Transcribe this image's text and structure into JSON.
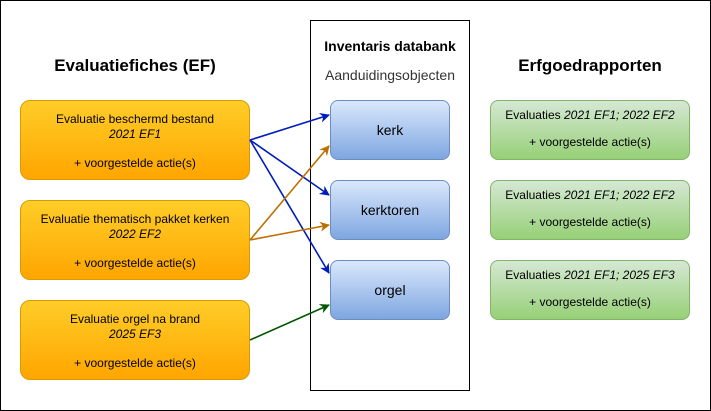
{
  "titles": {
    "left": "Evaluatiefiches (EF)",
    "right": "Erfgoedrapporten",
    "center": "Inventaris databank",
    "center_sub": "Aanduidingsobjecten"
  },
  "evaluations": [
    {
      "title": "Evaluatie beschermd bestand",
      "code": "2021 EF1",
      "action": "+ voorgestelde actie(s)"
    },
    {
      "title": "Evaluatie thematisch pakket kerken",
      "code": "2022 EF2",
      "action": "+ voorgestelde actie(s)"
    },
    {
      "title": "Evaluatie orgel na brand",
      "code": "2025 EF3",
      "action": "+ voorgestelde actie(s)"
    }
  ],
  "objects": [
    {
      "label": "kerk"
    },
    {
      "label": "kerktoren"
    },
    {
      "label": "orgel"
    }
  ],
  "reports": [
    {
      "prefix": "Evaluaties ",
      "codes": "2021 EF1; 2022 EF2",
      "action": "+ voorgestelde actie(s)"
    },
    {
      "prefix": "Evaluaties ",
      "codes": "2021 EF1; 2022 EF2",
      "action": "+ voorgestelde actie(s)"
    },
    {
      "prefix": "Evaluaties ",
      "codes": "2021 EF1; 2025 EF3",
      "action": "+ voorgestelde actie(s)"
    }
  ],
  "colors": {
    "ef1_arrow": "#001dbc",
    "ef2_arrow": "#bd7000",
    "ef3_arrow": "#005700"
  }
}
